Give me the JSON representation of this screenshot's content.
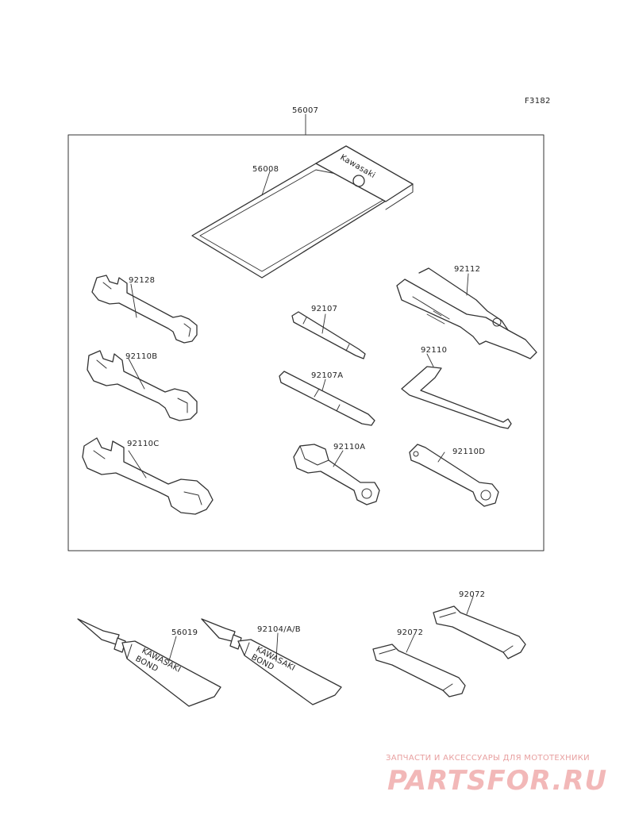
{
  "figure_code": "F3182",
  "kit_label": "56007",
  "pouch": {
    "label": "56008",
    "brand_text": "Kawasaki"
  },
  "parts": {
    "p92128": "92128",
    "p92110B": "92110B",
    "p92110C": "92110C",
    "p92107": "92107",
    "p92107A": "92107A",
    "p92110A": "92110A",
    "p92112": "92112",
    "p92110": "92110",
    "p92110D": "92110D",
    "p56019": "56019",
    "p92104": "92104/A/B",
    "p92072a": "92072",
    "p92072b": "92072"
  },
  "tube_text": {
    "brand": "KAWASAKI",
    "product": "BOND"
  },
  "watermark": {
    "tagline": "ЗАПЧАСТИ И АКСЕССУАРЫ ДЛЯ МОТОТЕХНИКИ",
    "logo": "PARTSFOR.RU"
  },
  "colors": {
    "line": "#333333",
    "watermark": "#e8a0a0"
  }
}
